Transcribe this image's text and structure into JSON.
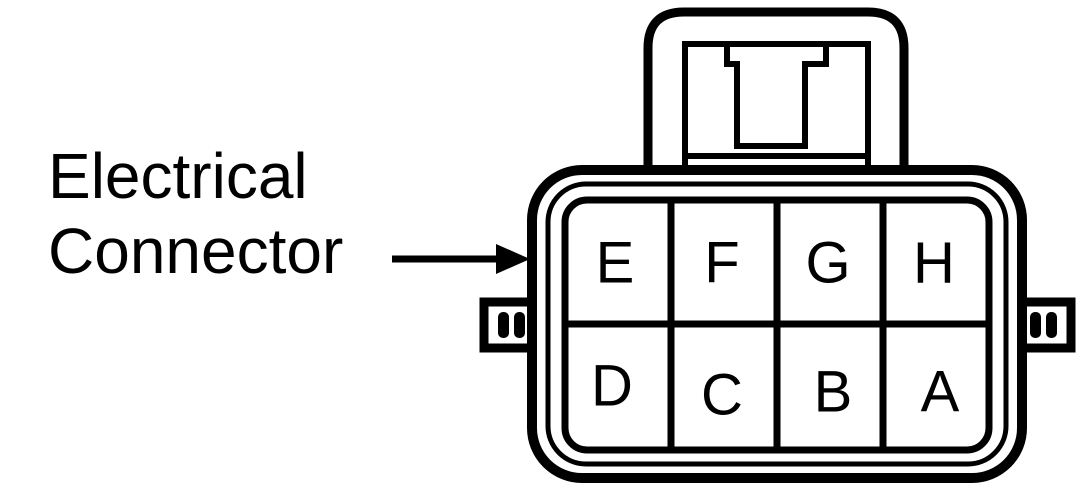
{
  "callout": {
    "line1": "Electrical",
    "line2": "Connector"
  },
  "pins": {
    "E": "E",
    "F": "F",
    "G": "G",
    "H": "H",
    "D": "D",
    "C": "C",
    "B": "B",
    "A": "A"
  },
  "colors": {
    "line": "#000000",
    "background": "#ffffff"
  }
}
